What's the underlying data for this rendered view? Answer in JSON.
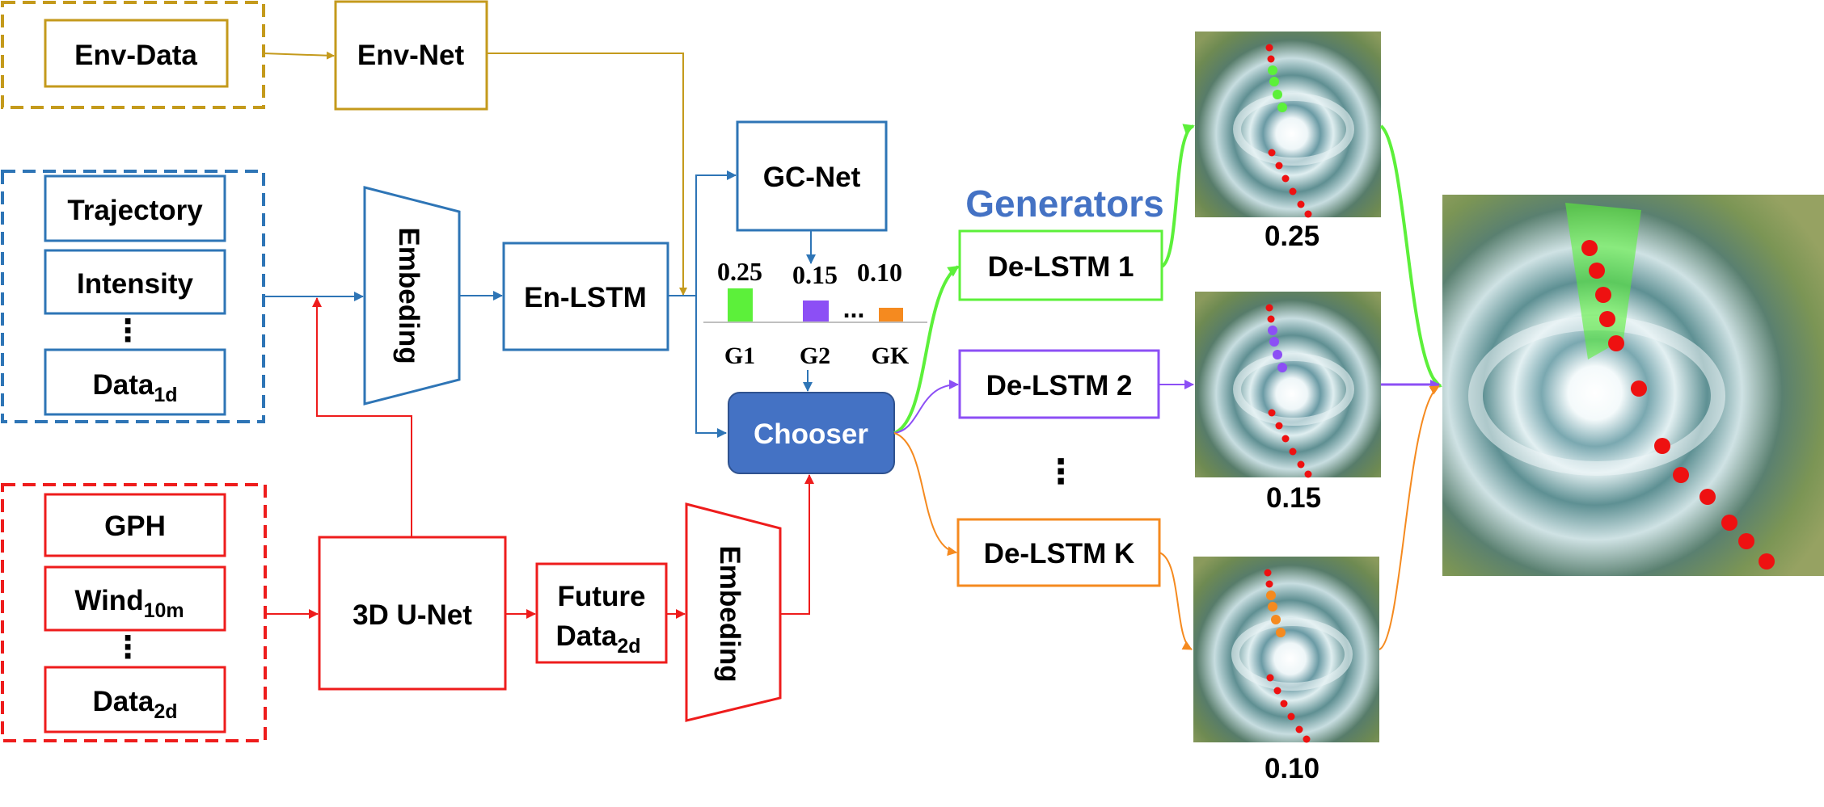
{
  "env_group": {
    "input": "Env-Data",
    "net": "Env-Net"
  },
  "data1d_group": {
    "items": [
      "Trajectory",
      "Intensity"
    ],
    "ellipsis": "⋮",
    "last_base": "Data",
    "last_sub": "1d"
  },
  "data2d_group": {
    "item1": "GPH",
    "item2_base": "Wind",
    "item2_sub": "10m",
    "ellipsis": "⋮",
    "last_base": "Data",
    "last_sub": "2d"
  },
  "embedding_top": "Embeding",
  "embedding_bottom": "Embeding",
  "en_lstm": "En-LSTM",
  "gc_net": "GC-Net",
  "unet": "3D U-Net",
  "future_data": {
    "line1": "Future",
    "line2_base": "Data",
    "line2_sub": "2d"
  },
  "chooser": "Chooser",
  "generators_title": "Generators",
  "gen_bars": {
    "values": [
      "0.25",
      "0.15",
      "0.10"
    ],
    "labels": [
      "G1",
      "G2",
      "GK"
    ],
    "ellipsis": "..."
  },
  "decoders": [
    "De-LSTM 1",
    "De-LSTM 2",
    "De-LSTM K"
  ],
  "decoder_ellipsis": "⋮",
  "probabilities": [
    "0.25",
    "0.15",
    "0.10"
  ],
  "colors": {
    "env": "#C49A1C",
    "data1d": "#2E75B6",
    "data2d": "#EE1C1C",
    "chooser_fill": "#4472C4",
    "generators_title": "#4472C4",
    "g1": "#5CF03A",
    "g2": "#8C4FF5",
    "gk": "#F58A1F",
    "track_dot": "#EE1111"
  }
}
